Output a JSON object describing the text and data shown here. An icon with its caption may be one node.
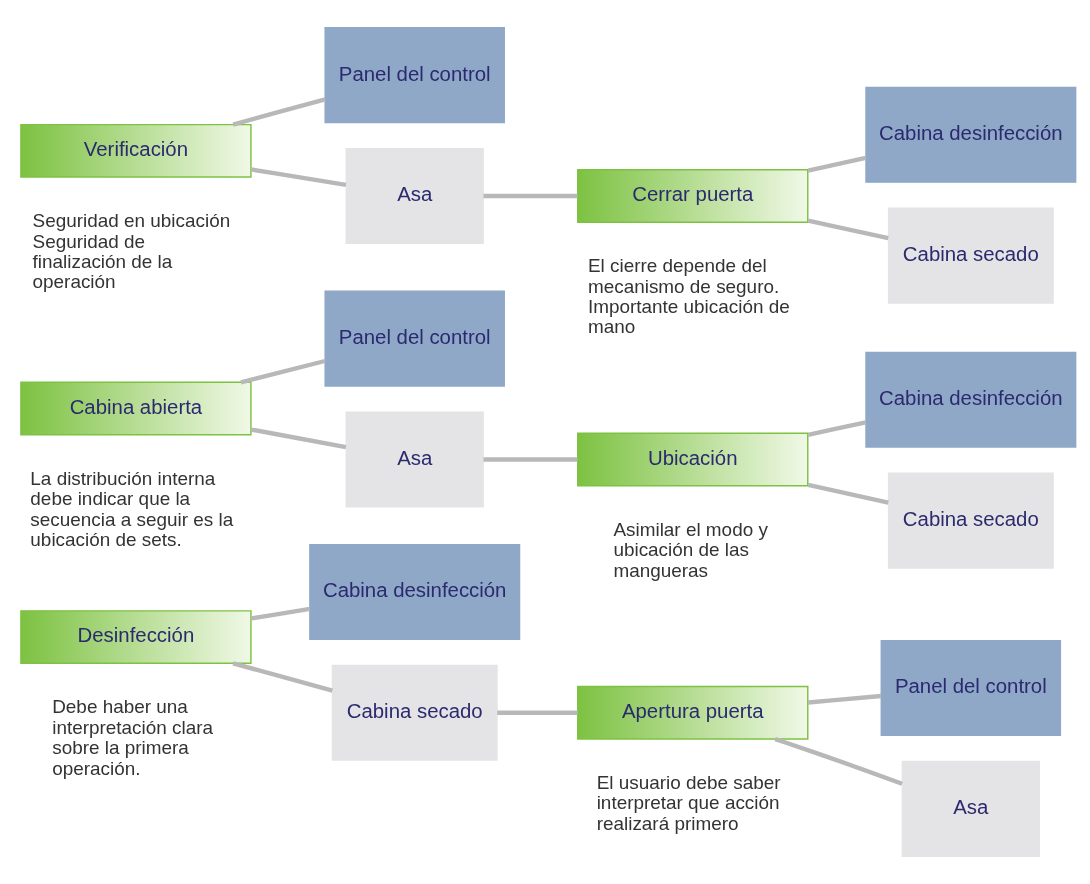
{
  "diagram": {
    "nodes": [
      {
        "text": [
          "Desinfección"
        ],
        "beside": [
          "Debe haber una interpretación clara sobre la primera operación."
        ]
      },
      {
        "text": [
          "Cabina desinfección"
        ]
      },
      {
        "text": [
          "Cabina secado"
        ]
      },
      {
        "text": [
          "Apertura puerta"
        ],
        "beside": [
          "El usuario debe saber interpretar que acción realizará primero"
        ]
      },
      {
        "text": [
          "Panel del control"
        ]
      },
      {
        "text": [
          "Asa"
        ]
      },
      {
        "text": [
          "Cabina abierta"
        ],
        "beside": [
          "La distribución interna debe indicar que la secuencia a seguir es la ubicación de sets."
        ]
      },
      {
        "text": [
          "Panel del control"
        ]
      },
      {
        "text": [
          "Asa"
        ]
      },
      {
        "text": [
          "Ubicación"
        ],
        "beside": [
          "Asimilar el modo y ubicación de las mangueras"
        ]
      },
      {
        "text": [
          "Cabina desinfección"
        ]
      },
      {
        "text": [
          "Cabina secado"
        ]
      },
      {
        "text": [
          "Verificación"
        ],
        "beside": [
          "Seguridad en ubicación Seguridad de finalización de la operación"
        ]
      },
      {
        "text": [
          "Panel del control"
        ]
      },
      {
        "text": [
          "Asa"
        ]
      },
      {
        "text": [
          "Cerrar puerta"
        ],
        "beside": [
          "El cierre depende del mecanismo de seguro. Importante ubicación de mano"
        ]
      },
      {
        "text": [
          "Cabina desinfección"
        ]
      },
      {
        "text": [
          "Cabina secado"
        ]
      }
    ],
    "edges": [
      {
        "from": 0,
        "to": 1,
        "arrow": "none"
      },
      {
        "from": 0,
        "to": 2,
        "arrow": "none"
      },
      {
        "from": 2,
        "to": 3,
        "arrow": "none"
      },
      {
        "from": 3,
        "to": 4,
        "arrow": "none"
      },
      {
        "from": 3,
        "to": 5,
        "arrow": "none"
      },
      {
        "from": 6,
        "to": 7,
        "arrow": "none"
      },
      {
        "from": 6,
        "to": 8,
        "arrow": "none"
      },
      {
        "from": 8,
        "to": 9,
        "arrow": "none"
      },
      {
        "from": 9,
        "to": 10,
        "arrow": "none"
      },
      {
        "from": 9,
        "to": 11,
        "arrow": "none"
      },
      {
        "from": 12,
        "to": 13,
        "arrow": "none"
      },
      {
        "from": 12,
        "to": 14,
        "arrow": "none"
      },
      {
        "from": 14,
        "to": 15,
        "arrow": "none"
      },
      {
        "from": 15,
        "to": 16,
        "arrow": "none"
      },
      {
        "from": 15,
        "to": 17,
        "arrow": "none"
      }
    ]
  }
}
